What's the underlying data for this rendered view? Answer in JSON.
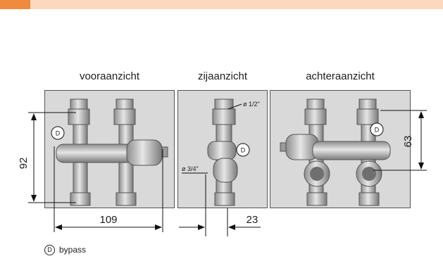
{
  "header": {
    "accent_color": "#f08a3e",
    "band_color": "#fcd8bd"
  },
  "views": {
    "front": "vooraanzicht",
    "side": "zijaanzicht",
    "back": "achteraanzicht"
  },
  "dimensions": {
    "height": "92",
    "width": "109",
    "side_offset": "23",
    "back_height": "63",
    "thread_top": "ø 1/2\"",
    "thread_side": "ø 3/4\""
  },
  "markers": {
    "bypass_symbol": "D"
  },
  "legend": {
    "symbol": "D",
    "label": "bypass"
  }
}
